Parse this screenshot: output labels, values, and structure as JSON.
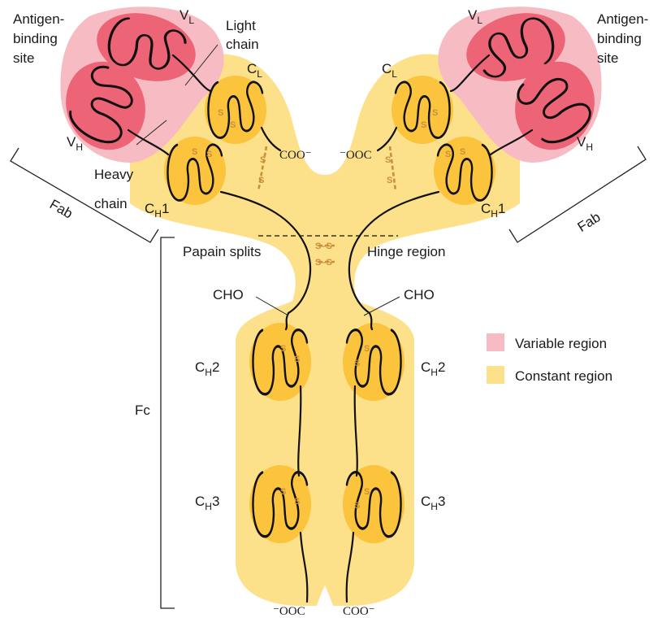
{
  "colors": {
    "variable_region": "#f7bcc3",
    "variable_domain": "#ec6475",
    "constant_region": "#fde08a",
    "constant_domain": "#fcc33c",
    "disulfide": "#c8903a",
    "chain": "#111111"
  },
  "labels": {
    "antigen_site_left": [
      "Antigen-",
      "binding",
      "site"
    ],
    "antigen_site_right": [
      "Antigen-",
      "binding",
      "site"
    ],
    "light_chain": [
      "Light",
      "chain"
    ],
    "heavy_chain": [
      "Heavy",
      "chain"
    ],
    "v_l": {
      "main": "V",
      "sub": "L"
    },
    "v_h": {
      "main": "V",
      "sub": "H"
    },
    "c_l": {
      "main": "C",
      "sub": "L"
    },
    "c_h1": {
      "main": "C",
      "sub": "H",
      "suffix": "1"
    },
    "c_h2": {
      "main": "C",
      "sub": "H",
      "suffix": "2"
    },
    "c_h3": {
      "main": "C",
      "sub": "H",
      "suffix": "3"
    },
    "fab": "Fab",
    "fc": "Fc",
    "papain_splits": "Papain splits",
    "hinge_region": "Hinge region",
    "cho": "CHO",
    "coo_minus": "COO⁻",
    "minus_ooc": "⁻OOC",
    "ss": "S",
    "ss_bond": "S–S"
  },
  "legend": {
    "items": [
      {
        "label": "Variable region",
        "color": "#f7bcc3"
      },
      {
        "label": "Constant region",
        "color": "#fde08a"
      }
    ]
  }
}
